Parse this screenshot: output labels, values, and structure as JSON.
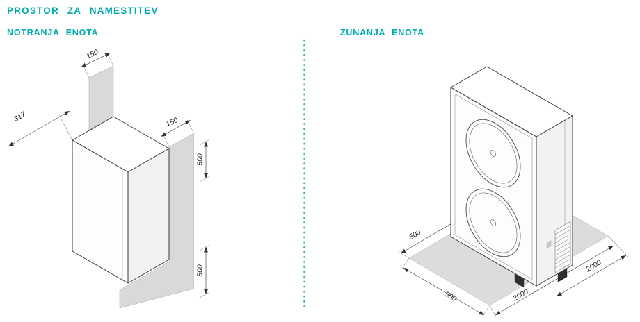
{
  "title": "PROSTOR ZA NAMESTITEV",
  "sections": {
    "indoor": "NOTRANJA ENOTA",
    "outdoor": "ZUNANJA ENOTA"
  },
  "colors": {
    "accent_teal": "#00abb0",
    "shade_gray": "#d9d9d9",
    "floor_gray": "#dcdcdc",
    "line_dark": "#3a3a3a"
  },
  "indoor": {
    "dims": {
      "top_left_150": "150",
      "top_right_150": "150",
      "depth_317": "317",
      "above_500": "500",
      "below_500": "500"
    }
  },
  "outdoor": {
    "dims": {
      "back_left_500": "500",
      "front_left_500": "500",
      "front_2000": "2000",
      "right_2000": "2000"
    }
  }
}
